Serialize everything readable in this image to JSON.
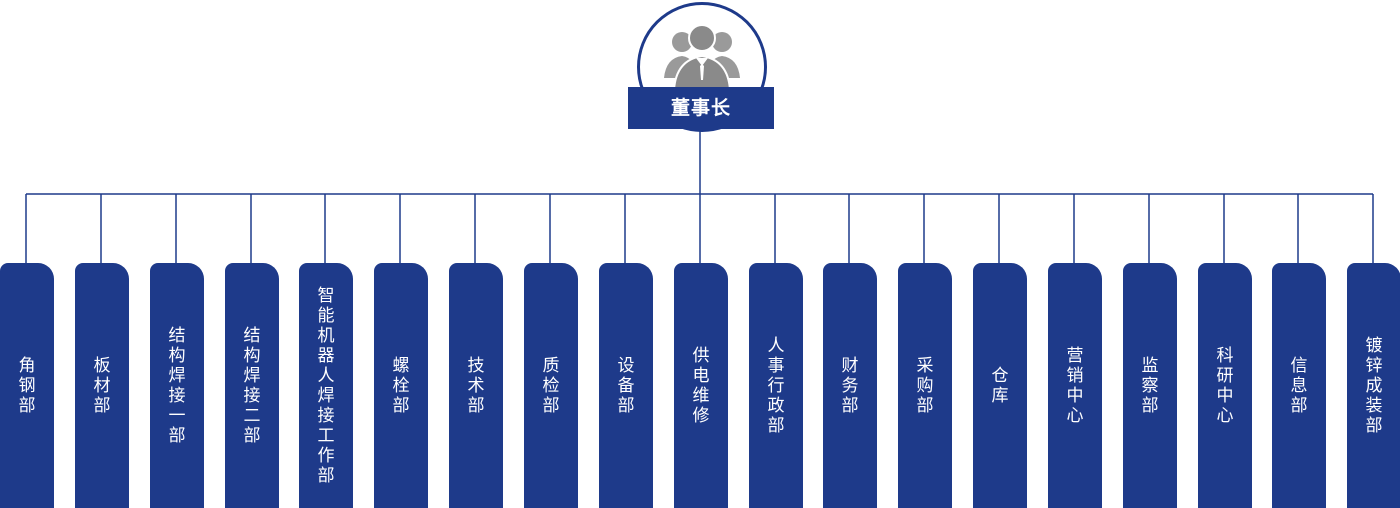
{
  "root": {
    "title": "董事长",
    "icon": "people-group-icon"
  },
  "departments": [
    "角钢部",
    "板材部",
    "结构焊接一部",
    "结构焊接二部",
    "智能机器人焊接工作部",
    "螺栓部",
    "技术部",
    "质检部",
    "设备部",
    "供电维修",
    "人事行政部",
    "财务部",
    "采购部",
    "仓库",
    "营销中心",
    "监察部",
    "科研中心",
    "信息部",
    "镀锌成装部"
  ],
  "colors": {
    "primary": "#1e3a8a",
    "line": "#1e3a8a",
    "avatar": "#9a9a9a",
    "background": "#ffffff"
  }
}
